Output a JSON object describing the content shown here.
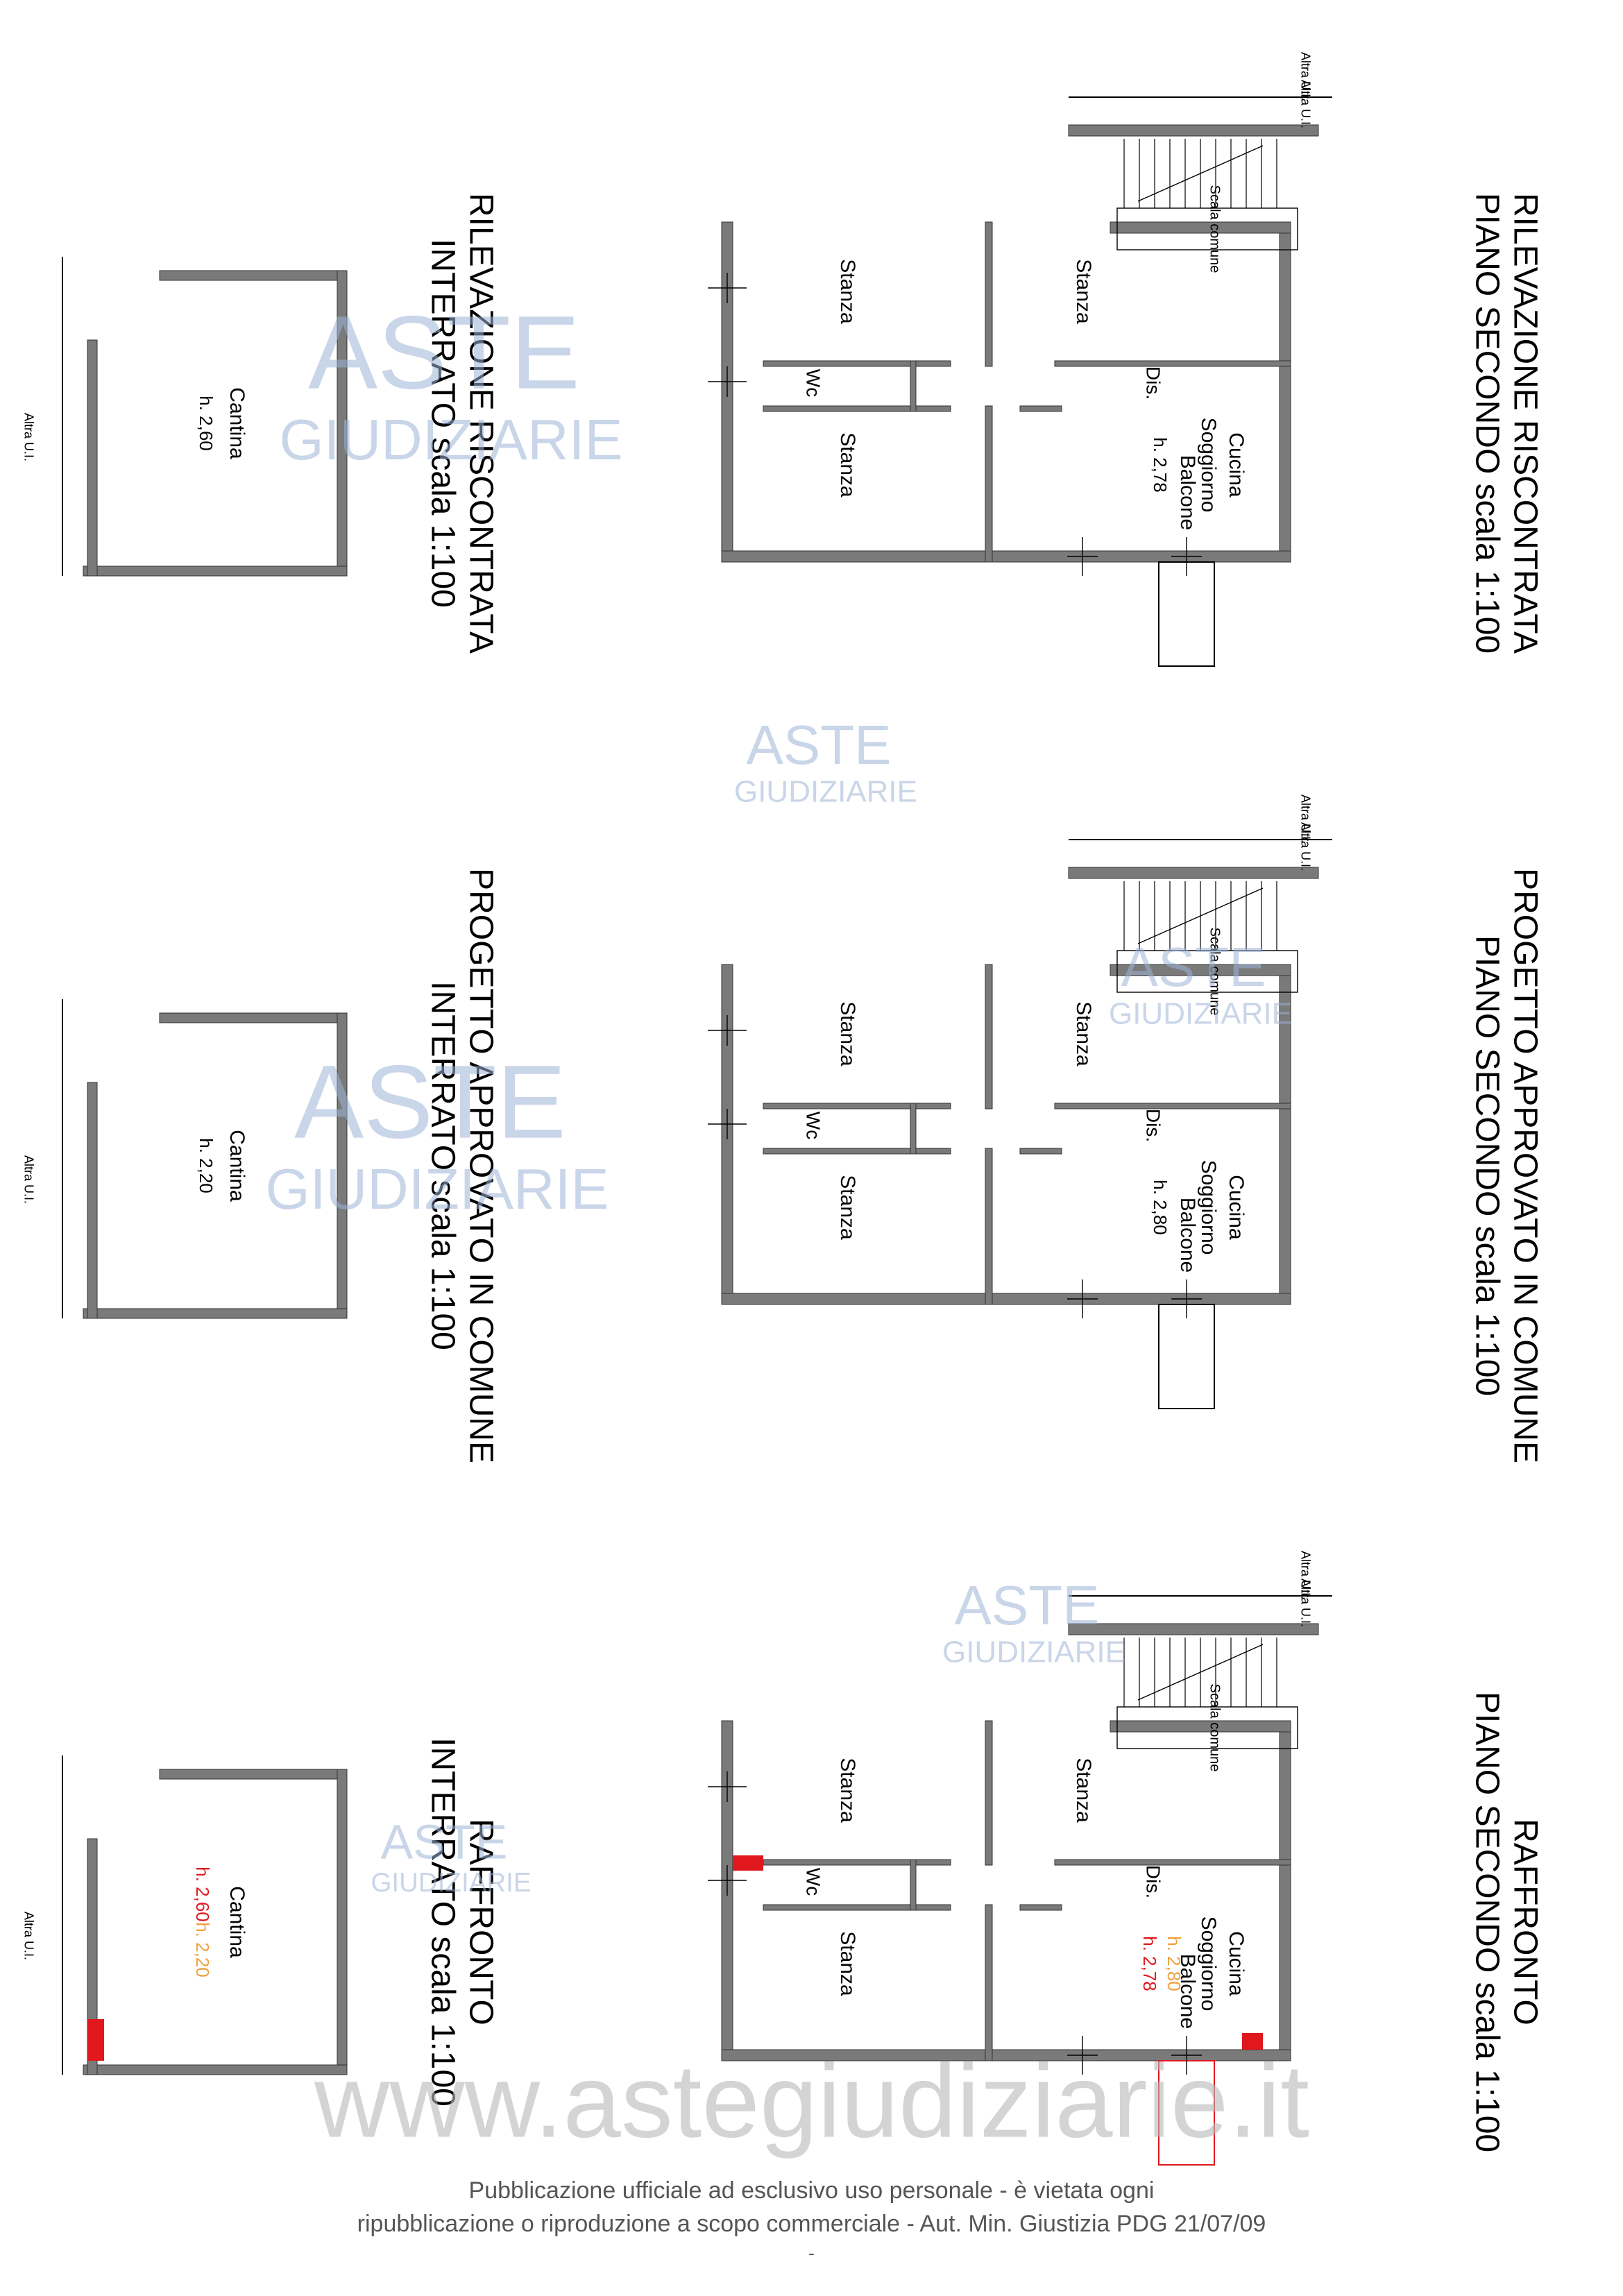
{
  "panels": [
    {
      "id": "rilevazione",
      "title_piano": [
        "RILEVAZIONE RISCONTRATA",
        "PIANO SECONDO scala 1:100"
      ],
      "title_interrato": [
        "RILEVAZIONE RISCONTRATA",
        "INTERRATO scala 1:100"
      ],
      "rooms": {
        "balcone": "Balcone",
        "cucina": "Cucina",
        "soggiorno": "Soggiorno",
        "height": "h. 2,78",
        "dis": "Dis.",
        "stanza": "Stanza",
        "wc": "Wc",
        "scala": "Scala comune",
        "altra": "Altra U.I.",
        "cantina": "Cantina",
        "cantina_height": "h. 2,60"
      }
    },
    {
      "id": "progetto",
      "title_piano": [
        "PROGETTO APPROVATO IN COMUNE",
        "PIANO SECONDO scala 1:100"
      ],
      "title_interrato": [
        "PROGETTO APPROVATO IN COMUNE",
        "INTERRATO scala 1:100"
      ],
      "rooms": {
        "balcone": "Balcone",
        "cucina": "Cucina",
        "soggiorno": "Soggiorno",
        "height": "h. 2,80",
        "dis": "Dis.",
        "stanza": "Stanza",
        "wc": "Wc",
        "scala": "Scala comune",
        "altra": "Altra U.I.",
        "cantina": "Cantina",
        "cantina_height": "h. 2,20"
      }
    },
    {
      "id": "raffronto",
      "title_piano": [
        "RAFFRONTO",
        "PIANO SECONDO scala 1:100"
      ],
      "title_interrato": [
        "RAFFRONTO",
        "INTERRATO scala 1:100"
      ],
      "rooms": {
        "balcone": "Balcone",
        "cucina": "Cucina",
        "soggiorno": "Soggiorno",
        "height_a": "h. 2,80",
        "height_b": "h. 2,78",
        "dis": "Dis.",
        "stanza": "Stanza",
        "wc": "Wc",
        "scala": "Scala comune",
        "altra": "Altra U.I.",
        "cantina": "Cantina",
        "cantina_height_a": "h. 2,60",
        "cantina_height_b": "h. 2,20"
      }
    }
  ],
  "watermark": {
    "aste": "ASTE",
    "giudiziarie": "GIUDIZIARIE",
    "url": "www.astegiudiziarie.it"
  },
  "footer": {
    "line1": "Pubblicazione ufficiale ad esclusivo uso personale - è vietata ogni",
    "line2": "ripubblicazione o riproduzione a scopo commerciale - Aut. Min. Giustizia PDG 21/07/09",
    "page_mark": "-"
  },
  "colors": {
    "wall": "#7a7a7a",
    "line": "#000000",
    "demolished": "#e0181e",
    "approved": "#f0a040",
    "watermark": "#9db3d6"
  }
}
